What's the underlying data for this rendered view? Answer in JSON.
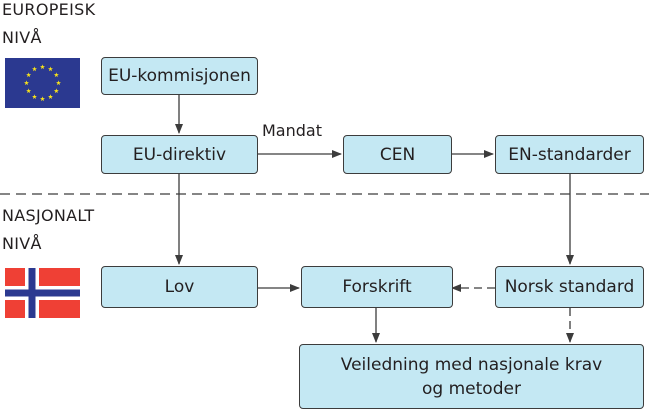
{
  "levels": {
    "european": {
      "line1": "EUROPEISK",
      "line2": "NIVÅ"
    },
    "national": {
      "line1": "NASJONALT",
      "line2": "NIVÅ"
    }
  },
  "flags": [
    {
      "name": "eu-flag",
      "colors": {
        "field": "#2b3990",
        "stars": "#f7e21b"
      }
    },
    {
      "name": "norway-flag",
      "colors": {
        "field": "#ef4035",
        "cross_outer": "#ffffff",
        "cross_inner": "#2b3990"
      }
    }
  ],
  "nodes": {
    "eu_commission": "EU-kommisjonen",
    "eu_directive": "EU-direktiv",
    "cen": "CEN",
    "en_standards": "EN-standarder",
    "law": "Lov",
    "regulation": "Forskrift",
    "norwegian_standard": "Norsk standard",
    "guidance_line1": "Veiledning med nasjonale krav",
    "guidance_line2": "og metoder"
  },
  "edges": [
    {
      "from": "eu_commission",
      "to": "eu_directive",
      "style": "solid"
    },
    {
      "from": "eu_directive",
      "to": "cen",
      "style": "solid",
      "label": "Mandat"
    },
    {
      "from": "cen",
      "to": "en_standards",
      "style": "solid"
    },
    {
      "from": "eu_directive",
      "to": "law",
      "style": "solid"
    },
    {
      "from": "en_standards",
      "to": "norwegian_standard",
      "style": "solid"
    },
    {
      "from": "law",
      "to": "regulation",
      "style": "solid"
    },
    {
      "from": "norwegian_standard",
      "to": "regulation",
      "style": "dashed"
    },
    {
      "from": "regulation",
      "to": "guidance",
      "style": "solid"
    },
    {
      "from": "norwegian_standard",
      "to": "guidance",
      "style": "dashed"
    }
  ],
  "colors": {
    "box_fill": "#c4e8f3",
    "line": "#3c3c3c",
    "divider": "#3c3c3c"
  }
}
